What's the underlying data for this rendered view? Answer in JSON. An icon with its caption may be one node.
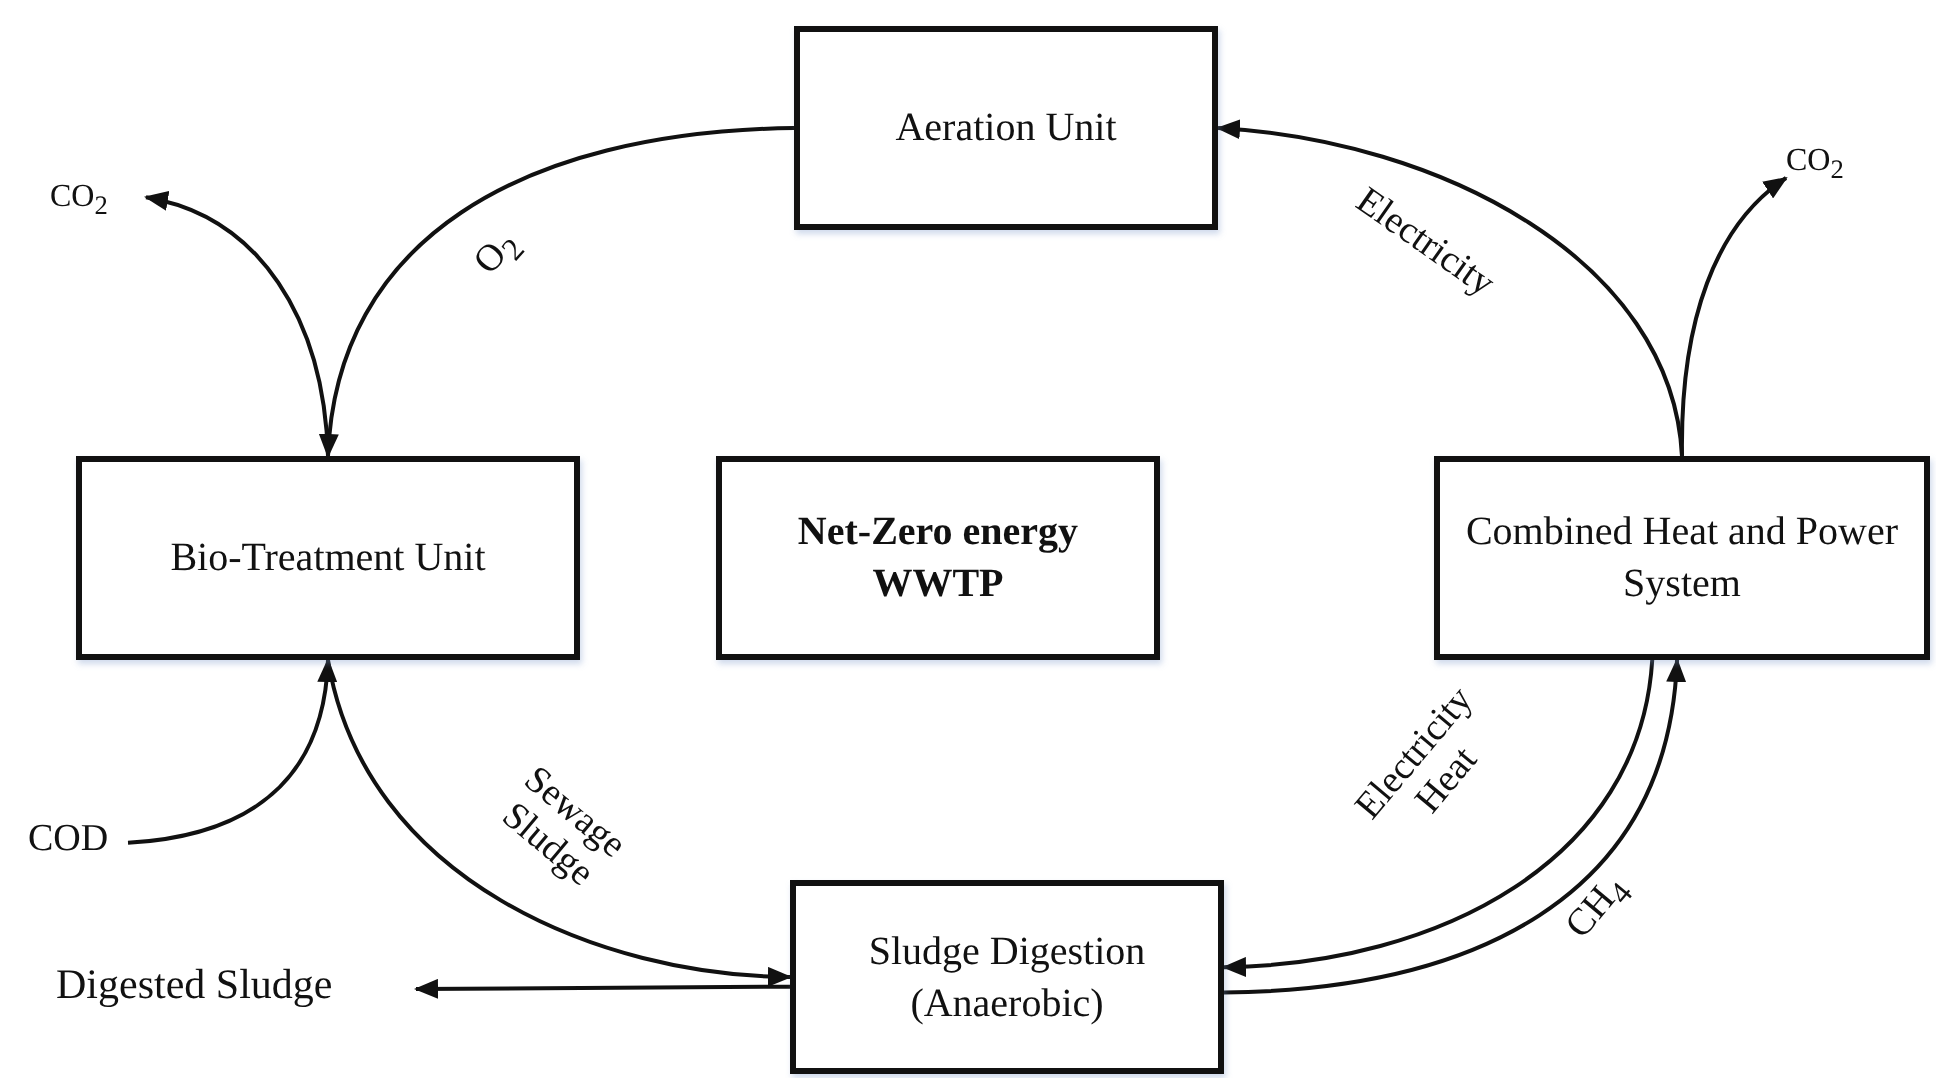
{
  "diagram": {
    "nodes": [
      {
        "text": [
          "Aeration Unit"
        ]
      },
      {
        "text": [
          "Bio-Treatment Unit"
        ]
      },
      {
        "text": [
          "Net-Zero energy WWTP"
        ]
      },
      {
        "text": [
          "Combined Heat and Power System"
        ]
      },
      {
        "text": [
          "Sludge Digestion (Anaerobic)"
        ]
      },
      {
        "text": [
          "CO$_{2}$"
        ]
      },
      {
        "text": [
          "CO$_{2}$"
        ]
      },
      {
        "text": [
          "COD"
        ]
      },
      {
        "text": [
          "Digested Sludge"
        ]
      }
    ],
    "edges": [
      {
        "from": 0,
        "to": 1,
        "arrow": "to",
        "label": "O$_{2}$"
      },
      {
        "from": 1,
        "to": 5,
        "arrow": "to"
      },
      {
        "from": 3,
        "to": 0,
        "arrow": "to",
        "label": "Electricity"
      },
      {
        "from": 3,
        "to": 6,
        "arrow": "to"
      },
      {
        "from": 7,
        "to": 1,
        "arrow": "to"
      },
      {
        "from": 1,
        "to": 4,
        "arrow": "to",
        "label": "Sewage Sludge"
      },
      {
        "from": 4,
        "to": 8,
        "arrow": "to"
      },
      {
        "from": 3,
        "to": 4,
        "arrow": "to",
        "label": "Electricity Heat"
      },
      {
        "from": 4,
        "to": 3,
        "arrow": "to",
        "label": "CH$_{4}$"
      }
    ]
  }
}
